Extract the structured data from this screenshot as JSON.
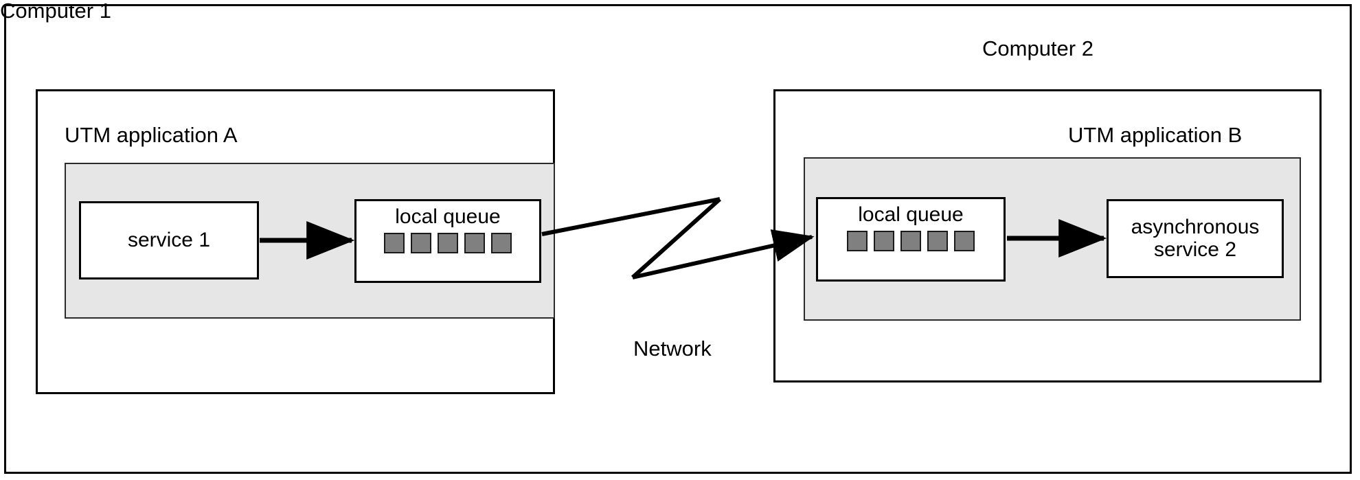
{
  "diagram": {
    "title_present": false,
    "background": "#ffffff",
    "frame_color": "#000000",
    "panel_fill": "#e6e6e6",
    "queue_cell_fill": "#808080"
  },
  "computer1": {
    "caption": "Computer 1",
    "application_label": "UTM application A",
    "service": {
      "label": "service 1"
    },
    "queue": {
      "label": "local queue",
      "cell_count": 5,
      "cells": [
        "",
        "",
        "",
        "",
        ""
      ]
    }
  },
  "computer2": {
    "caption": "Computer 2",
    "application_label": "UTM application B",
    "queue": {
      "label": "local queue",
      "cell_count": 5,
      "cells": [
        "",
        "",
        "",
        "",
        ""
      ]
    },
    "service": {
      "label_line1": "asynchronous",
      "label_line2": "service 2"
    }
  },
  "network": {
    "caption": "Network",
    "icon": "zigzag-lightning-connector"
  },
  "arrows": [
    {
      "name": "service1-to-queue1",
      "from": "service 1",
      "to": "local queue"
    },
    {
      "name": "queue1-to-network",
      "from": "local queue",
      "to": "Network"
    },
    {
      "name": "network-to-queue2",
      "from": "Network",
      "to": "local queue"
    },
    {
      "name": "queue2-to-service2",
      "from": "local queue",
      "to": "asynchronous service 2"
    }
  ]
}
